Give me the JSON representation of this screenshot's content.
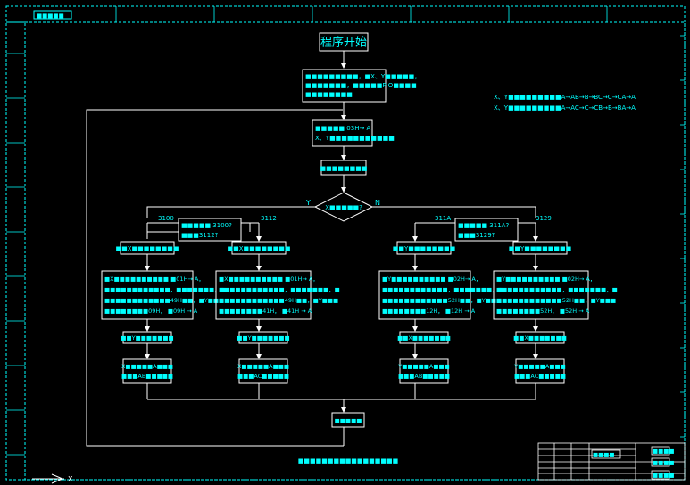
{
  "colors": {
    "background": "#000000",
    "line": "#ffffff",
    "text": "#00ffff",
    "frame": "#00ffff"
  },
  "top_tab": "■■■■■",
  "start_box": "程序开始",
  "init_box": [
    "■■■■■■■■■，■X、Y■■■■■，",
    "■■■■■■■，■■■■■P O■■■■",
    "■■■■■■■■"
  ],
  "protect_box": [
    "■■■■■ 03H→ A",
    "X、Y■■■■■■■■■■■"
  ],
  "call_box": "■■■■■■■■",
  "decision": {
    "label": "X■■■■■?",
    "yes": "Y",
    "no": "N"
  },
  "legend": [
    "X、Y■■■■■■■■■A→AB→B→BC→C→CA→A",
    "X、Y■■■■■■■■■A→AC→C→CB→B→BA→A"
  ],
  "addresses": {
    "a1": "3100",
    "a2": "3112",
    "a3": "311A",
    "a4": "3129"
  },
  "left_mid_box": [
    "■■■■■ 3100?",
    "■■■3112?"
  ],
  "right_mid_box": [
    "■■■■■ 311A?",
    "■■■3129?"
  ],
  "sub_labels": [
    "■■X■■■■■■■■",
    "■■X■■■■■■■■",
    "■■Y■■■■■■■■",
    "■■Y■■■■■■■■"
  ],
  "step_boxes": [
    [
      "■X■■■■■■■■■■   ■01H→ A，",
      "■■■■■■■■■■■■，■■■■■■■，■",
      "■■■■■■■■■■■■49H■■，■Y■■■",
      "■■■■■■■■09H， ■09H → A"
    ],
    [
      "■X■■■■■■■■■■   ■01H→ A，",
      "■■■■■■■■■■■■，■■■■■■■，■",
      "■■■■■■■■■■■■49H■■，■Y■■■",
      "■■■■■■■■41H， ■41H → A"
    ],
    [
      "■Y■■■■■■■■■■   ■02H→ A，",
      "■■■■■■■■■■■■，■■■■■■■，■",
      "■■■■■■■■■■■■52H■■，■Y■■■",
      "■■■■■■■■12H， ■12H → A"
    ],
    [
      "■Y■■■■■■■■■■   ■02H→ A，",
      "■■■■■■■■■■■■，■■■■■■■，■",
      "■■■■■■■■■■■■52H■■，■Y■■■",
      "■■■■■■■■52H， ■52H → A"
    ]
  ],
  "hold_boxes": [
    "■■Y■■■■■■■",
    "■■Y■■■■■■■",
    "■■X■■■■■■■",
    "■■X■■■■■■■"
  ],
  "result_boxes": [
    [
      "X■■■■■A■■■",
      "■■■AB■■■■■"
    ],
    [
      "X■■■■■A■■■",
      "■■■AC■■■■■"
    ],
    [
      "Y■■■■■A■■■",
      "■■■AB■■■■■"
    ],
    [
      "Y■■■■■A■■■",
      "■■■AC■■■■■"
    ]
  ],
  "return_box": "■■■■■",
  "caption": "■■■■■■■■■■■■■■■■■",
  "title_block": {
    "r1": "■■■■",
    "r2": "■■■■",
    "r3": "■■■■",
    "r4": "■■■■"
  },
  "axis_x": "X"
}
